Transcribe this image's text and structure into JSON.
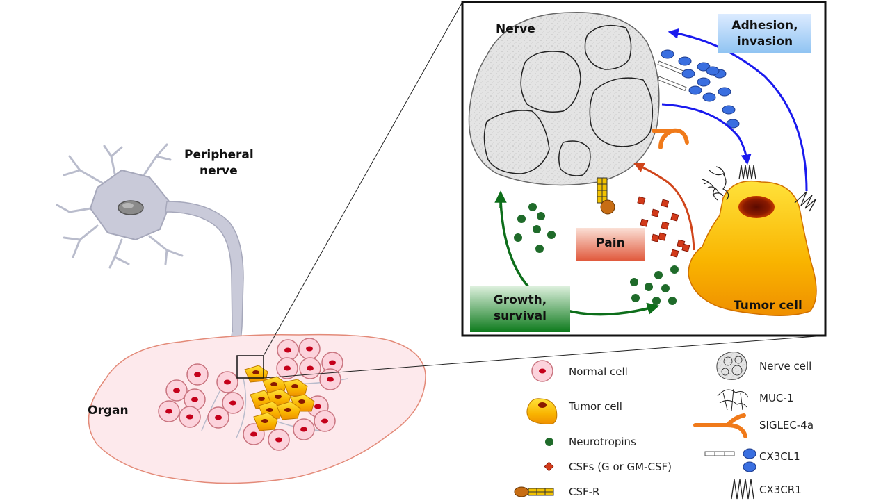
{
  "labels": {
    "peripheral_nerve_line1": "Peripheral",
    "peripheral_nerve_line2": "nerve",
    "organ": "Organ",
    "nerve": "Nerve",
    "tumor_cell": "Tumor cell",
    "adhesion_line1": "Adhesion,",
    "adhesion_line2": "invasion",
    "pain": "Pain",
    "growth_line1": "Growth,",
    "growth_line2": "survival"
  },
  "legend": {
    "normal_cell": "Normal cell",
    "tumor_cell": "Tumor cell",
    "neurotropins": "Neurotropins",
    "csfs": "CSFs (G or GM-CSF)",
    "csf_r": "CSF-R",
    "nerve_cell": "Nerve cell",
    "muc1": "MUC-1",
    "siglec4a": "SIGLEC-4a",
    "cx3cl1": "CX3CL1",
    "cx3cr1": "CX3CR1"
  },
  "colors": {
    "arrow_blue": "#1a1aee",
    "arrow_red": "#d0451b",
    "arrow_green": "#0d6e1a",
    "neurotropin": "#1f6b2a",
    "csf": "#d23a1a",
    "cx3cl1_oval": "#3a6fe0",
    "siglec": "#f07a1a",
    "tumor_fill": "#f6a400",
    "normal_cell_fill": "#fcd3dc",
    "normal_nucleus": "#c4001a",
    "organ_fill": "#fde9ec",
    "neuron_fill": "#c9cad9"
  }
}
